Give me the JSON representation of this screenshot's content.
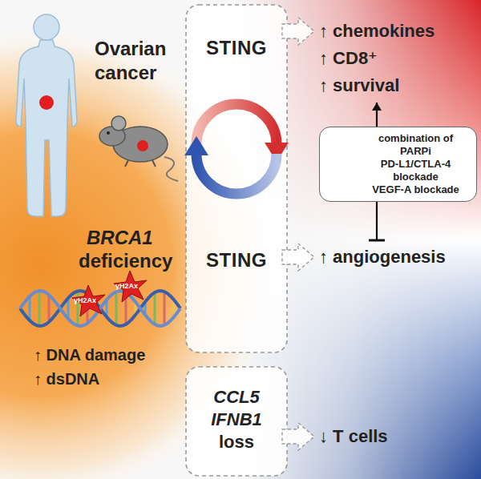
{
  "diagram": {
    "nodes": [
      {
        "text": [
          "STING",
          "STING"
        ]
      },
      {
        "text": [
          "↑ chemokines",
          "↑ CD8⁺",
          "↑ survival"
        ]
      },
      {
        "text": [
          "combination of",
          "PARPi",
          "PD-L1/CTLA-4 blockade",
          "VEGF-A blockade"
        ]
      },
      {
        "text": [
          "↑ angiogenesis"
        ]
      },
      {
        "text": [
          "CCL5 IFNB1",
          "loss"
        ]
      },
      {
        "text": [
          "↓ T cells"
        ]
      }
    ],
    "edges": [
      {
        "from": 0,
        "to": 1,
        "arrow": "to"
      },
      {
        "from": 0,
        "to": 3,
        "arrow": "to"
      },
      {
        "from": 4,
        "to": 5,
        "arrow": "to"
      },
      {
        "from": 2,
        "to": 1,
        "arrow": "to"
      },
      {
        "from": 2,
        "to": 3,
        "arrow": "to"
      }
    ],
    "labels": [
      "Ovarian cancer",
      "BRCA1",
      "deficiency",
      "γH2Ax",
      "γH2Ax",
      "↑ DNA damage",
      "↑ dsDNA"
    ]
  }
}
